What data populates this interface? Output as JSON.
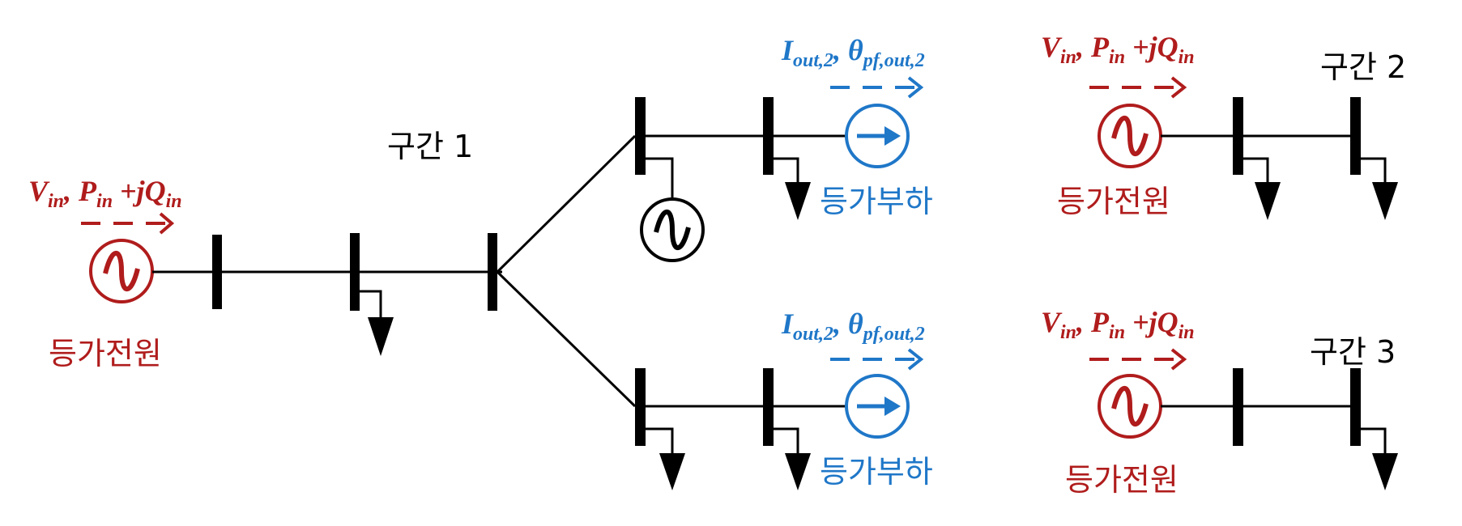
{
  "colors": {
    "source": "#b01c1c",
    "load": "#1f77c8",
    "line": "#000000"
  },
  "labels": {
    "section1": "구간 1",
    "section2": "구간 2",
    "section3": "구간 3",
    "equiv_source": "등가전원",
    "equiv_load": "등가부하",
    "source_quantity": "Vin, Pin +jQin",
    "load_quantity": "Iout,2, θpf,out,2"
  },
  "icons": {
    "source": "ac-source-icon",
    "current_source": "current-source-icon",
    "load": "load-arrow-icon"
  }
}
